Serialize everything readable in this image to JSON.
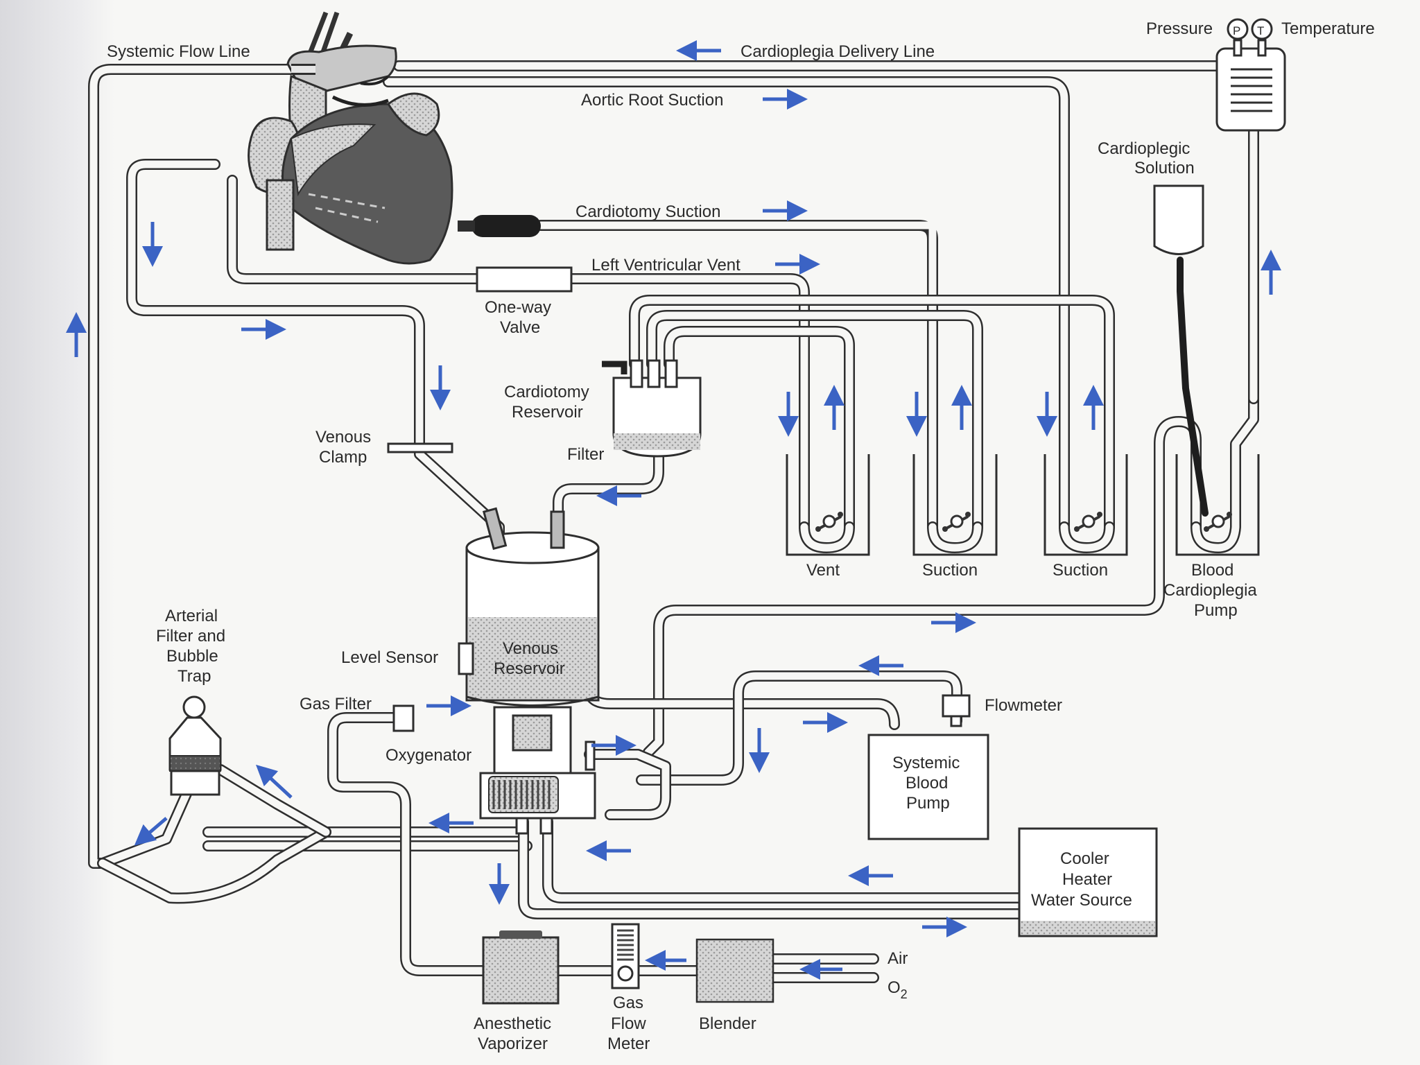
{
  "labels": {
    "systemic_flow_line": "Systemic Flow Line",
    "cardioplegia_delivery_line": "Cardioplegia Delivery Line",
    "aortic_root_suction": "Aortic Root Suction",
    "pressure": "Pressure",
    "temperature": "Temperature",
    "pressure_symbol": "P",
    "temperature_symbol": "T",
    "cardioplegic_solution_1": "Cardioplegic",
    "cardioplegic_solution_2": "Solution",
    "cardiotomy_suction": "Cardiotomy Suction",
    "left_ventricular_vent": "Left Ventricular Vent",
    "one_way_valve_1": "One-way",
    "one_way_valve_2": "Valve",
    "cardiotomy_reservoir_1": "Cardiotomy",
    "cardiotomy_reservoir_2": "Reservoir",
    "venous_clamp_1": "Venous",
    "venous_clamp_2": "Clamp",
    "filter": "Filter",
    "vent": "Vent",
    "suction_1": "Suction",
    "suction_2": "Suction",
    "blood_cardioplegia_pump_1": "Blood",
    "blood_cardioplegia_pump_2": "Cardioplegia",
    "blood_cardioplegia_pump_3": "Pump",
    "arterial_filter_1": "Arterial",
    "arterial_filter_2": "Filter and",
    "arterial_filter_3": "Bubble",
    "arterial_filter_4": "Trap",
    "level_sensor": "Level Sensor",
    "venous_reservoir_1": "Venous",
    "venous_reservoir_2": "Reservoir",
    "gas_filter": "Gas Filter",
    "oxygenator": "Oxygenator",
    "flowmeter": "Flowmeter",
    "systemic_blood_pump_1": "Systemic",
    "systemic_blood_pump_2": "Blood",
    "systemic_blood_pump_3": "Pump",
    "cooler_heater_1": "Cooler",
    "cooler_heater_2": "Heater",
    "cooler_heater_3": "Water Source",
    "air": "Air",
    "o2": "O",
    "o2_sub": "2",
    "anesthetic_vaporizer_1": "Anesthetic",
    "anesthetic_vaporizer_2": "Vaporizer",
    "gas_flow_meter_1": "Gas",
    "gas_flow_meter_2": "Flow",
    "gas_flow_meter_3": "Meter",
    "blender": "Blender"
  },
  "colors": {
    "arrow": "#3b63c4",
    "line": "#2e2e2e",
    "heart_dark": "#4a4a4a",
    "heart_light": "#bdbdbd"
  }
}
